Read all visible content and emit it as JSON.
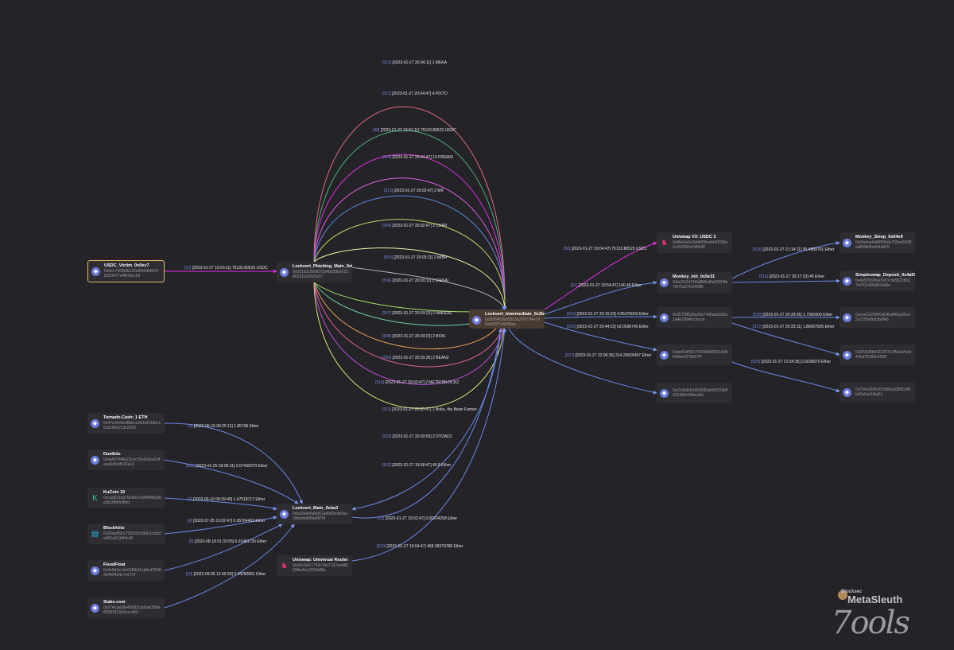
{
  "nodes": [
    {
      "id": "victim",
      "name": "USDC_Victim_0x0ec7",
      "addr": "0x0ec7969bfb122a8f50dbf60f7b023477e4f54bcc53",
      "icon": "ethereum-icon"
    },
    {
      "id": "phish",
      "name": "Lockvert_Phishing_Main_0x0d15",
      "addr": "0x0d153c50fd07cb4b939b9722862911a33c5c67",
      "icon": "ethereum-icon"
    },
    {
      "id": "inter",
      "name": "Lockvert_Intermediate_0x2bf",
      "addr": "0x2bf6403b05613a37077f4e7d9a65007efd2f6ae",
      "icon": "ethereum-icon"
    },
    {
      "id": "univ3",
      "name": "Uniswap V3: USDC 3",
      "addr": "0x88e6a0c2ddd26feeb64f039a2c41296fcb3f5640",
      "icon": "uniswap-icon"
    },
    {
      "id": "monkey",
      "name": "Monkey_Init_0x5e31",
      "addr": "0x5e313d74f0d8f6bd8a6f304fa79f75a07fc24086",
      "icon": "ethereum-icon"
    },
    {
      "id": "ms",
      "name": "Monkey_Sleep_0x04e9",
      "addr": "0x04e9ad4d6f53bdc705ee5428ad838bf5dcb4d925",
      "icon": "ethereum-icon"
    },
    {
      "id": "ss",
      "name": "Simpleswap_Deposit_0x4a50",
      "addr": "0x4a50565fae5207cfe5522b527d702c490d62a96e",
      "icon": "ethereum-icon"
    },
    {
      "id": "n357",
      "name": "",
      "addr": "0x357f9f520a26e7446abd3d3a1a4e7904fccfacce",
      "icon": "ethereum-icon"
    },
    {
      "id": "neee",
      "name": "",
      "addr": "0xeee1020960d04bd466a20ce2a7256efbd2b0f46",
      "icon": "ethereum-icon"
    },
    {
      "id": "nde",
      "name": "",
      "addr": "0xde62df02c7df158fd0525cb2b640be2078b07ff",
      "icon": "ethereum-icon"
    },
    {
      "id": "n2f",
      "name": "",
      "addr": "0x2f1508b5031297e7ffdda7b4e47bd76289e3f29f",
      "icon": "ethereum-icon"
    },
    {
      "id": "n22",
      "name": "",
      "addr": "0x22d6deb2d60695ab68333bff02348fe41fbea6b",
      "icon": "ethereum-icon"
    },
    {
      "id": "n704",
      "name": "",
      "addr": "0x704c6895d529dfda639f2c4f1faf5a6ac1fba61",
      "icon": "ethereum-icon"
    },
    {
      "id": "tornado",
      "name": "Tornado.Cash: 1 ETH",
      "addr": "0x47ce0c6ed5b0ce3d3a51fdb1c52dc66a7c3c2936",
      "icon": "ethereum-icon"
    },
    {
      "id": "duel",
      "name": "Duelbits",
      "addr": "0x4a60744fa23cec76e62bce0dfaea64b3d532e12",
      "icon": "ethereum-icon"
    },
    {
      "id": "kucoin",
      "name": "KuCoin 10",
      "addr": "0xcad621da75a66c7a8f4ff86d30a3b1f8fbfc8fdd",
      "icon": "kucoin-icon"
    },
    {
      "id": "blockfolio",
      "name": "Blockfolio",
      "addr": "0x25eaff5b179f209cf186b1cdcbfa463a913df4c45",
      "icon": "blockfolio-icon"
    },
    {
      "id": "fixed",
      "name": "FixedFloat",
      "addr": "0x4e5b2e1dc63f6b91cb6cd759936495434c7e972f",
      "icon": "ethereum-icon"
    },
    {
      "id": "stake",
      "name": "Stake.com",
      "addr": "0x974caa59e49682cda0ad2bbe82983419d2ecc400",
      "icon": "ethereum-icon"
    },
    {
      "id": "main",
      "name": "Lockvert_Main_0xba3",
      "addr": "0xba3a9b6d6d61ad083edb0ae39fecbd506e8975f",
      "icon": "ethereum-icon"
    },
    {
      "id": "univr",
      "name": "Uniswap: Universal Router",
      "addr": "0xef1c6e67703c7bd7107eed8303fbe6ec2554bf6b",
      "icon": "uniswap-icon"
    }
  ],
  "edges": [
    {
      "idx": "[12]",
      "text": "[2023-01-27 19:00:11] 75133.80523 USDC",
      "color": "#e030e0"
    },
    {
      "idx": "[510]",
      "text": "[2023-01-27 20:04:11] 2 MEKA",
      "color": "#e06a7a"
    },
    {
      "idx": "[511]",
      "text": "[2023-01-27 20:04:47] 4 PIXTO",
      "color": "#4bb07a"
    },
    {
      "idx": "[49]",
      "text": "[2023-01-27 19:01:11] 75133.80523 USDC",
      "color": "#e030e0"
    },
    {
      "idx": "[514]",
      "text": "[2023-01-27 20:04:47] 10 PREMIX",
      "color": "#e060e0"
    },
    {
      "idx": "[513]",
      "text": "[2023-01-27 20:02:47] 2 MK",
      "color": "#5a8ad8"
    },
    {
      "idx": "[504]",
      "text": "[2023-01-27 20:02:47] 2 CHAR",
      "color": "#c8d060"
    },
    {
      "idx": "[505]",
      "text": "[2023-01-27 20:03:11] 2 MIBR",
      "color": "#f0f0a0"
    },
    {
      "idx": "[506]",
      "text": "[2023-01-27 20:03:11] 2 EIEKAI",
      "color": "#b0b0c0"
    },
    {
      "idx": "[507]",
      "text": "[2023-01-27 20:03:23] 2 WAGGIE",
      "color": "#a8e060"
    },
    {
      "idx": "[508]",
      "text": "[2023-01-27 20:03:23] 2 BOKI",
      "color": "#70d0a0"
    },
    {
      "idx": "[509]",
      "text": "[2023-01-27 20:03:35] 2 BEAN2",
      "color": "#e8a050"
    },
    {
      "idx": "[510]",
      "text": "[2023-01-27 20:02:47] 2 METROBLOCK2",
      "color": "#e060a0"
    },
    {
      "idx": "[511]",
      "text": "[2023-01-27 20:00:47] 1 Bobu, the Bean Farmer",
      "color": "#c050e0"
    },
    {
      "idx": "[502]",
      "text": "[2023-01-27 20:03:59] 2 DTOAD2",
      "color": "#e0e070"
    },
    {
      "idx": "[50]",
      "text": "[2023-01-27 19:04:47] 75133.80523 USDC",
      "color": "#e030e0"
    },
    {
      "idx": "[51]",
      "text": "[2023-01-27 19:54:47] 140.49 Ether",
      "color": "#6a8ae8"
    },
    {
      "idx": "[524]",
      "text": "[2023-01-27 21:14:11] 95.4889701 Ether",
      "color": "#6a8ae8"
    },
    {
      "idx": "[516]",
      "text": "[2023-01-27 20:17:23] 45 Ether",
      "color": "#6a8ae8"
    },
    {
      "idx": "[515]",
      "text": "[2023-01-27 20:16:23] 4.65376003 Ether",
      "color": "#6a8ae8"
    },
    {
      "idx": "[526]",
      "text": "[2023-01-27 20:44:23] 62.0936745 Ether",
      "color": "#6a8ae8"
    },
    {
      "idx": "[518]",
      "text": "[2023-01-27 20:29:35] 1.7981609 Ether",
      "color": "#6a8ae8"
    },
    {
      "idx": "[517]",
      "text": "[2023-01-27 20:23:11] 1.86067605 Ether",
      "color": "#6a8ae8"
    },
    {
      "idx": "[527]",
      "text": "[2023-01-27 22:06:35] 314.29526457 Ether",
      "color": "#6a8ae8"
    },
    {
      "idx": "[528]",
      "text": "[2023-01-27 21:54:35] 2.6036670 Ether",
      "color": "#6a8ae8"
    },
    {
      "idx": "[502]",
      "text": "[2023-01-27 19:58:47] 45.8 Ether",
      "color": "#6a8ae8"
    },
    {
      "idx": "[3]",
      "text": "[2022-06-10 00:25:11] 1.85706 Ether",
      "color": "#6a8ae8"
    },
    {
      "idx": "[526]",
      "text": "[2023-01-25 03:06:11] 0.07430070 Ether",
      "color": "#6a8ae8"
    },
    {
      "idx": "[2]",
      "text": "[2022-06-10 00:39:45] 1.47518717 Ether",
      "color": "#6a8ae8"
    },
    {
      "idx": "[6]",
      "text": "[2022-07-25 15:02:47] 0.65764453 Ether",
      "color": "#6a8ae8"
    },
    {
      "idx": "[8]",
      "text": "[2022-08-18 01:33:55] 0.91481726 Ether",
      "color": "#6a8ae8"
    },
    {
      "idx": "[10]",
      "text": "[2022-09-05 12:46:59] 2.44282801 Ether",
      "color": "#6a8ae8"
    },
    {
      "idx": "[43]",
      "text": "[2023-01-27 19:02:47] 0.06234258 Ether",
      "color": "#6a8ae8"
    },
    {
      "idx": "[520]",
      "text": "[2023-01-27 19:04:47] 468.38379788 Ether",
      "color": "#6a8ae8"
    }
  ],
  "logo": {
    "small": "Blocksec",
    "brand": "MetaSleuth",
    "tools": "7ools"
  }
}
